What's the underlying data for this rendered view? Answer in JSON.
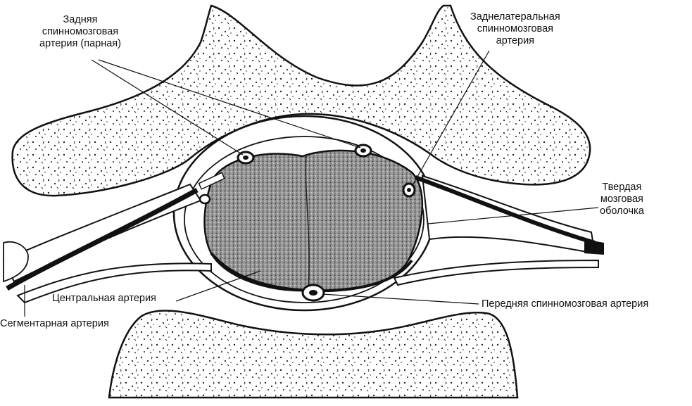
{
  "labels": {
    "posterior_spinal_artery": [
      "Задняя",
      "спинномозговая",
      "артерия (парная)"
    ],
    "posterolateral_spinal_artery": [
      "Заднелатеральная",
      "спинномозговая",
      "артерия"
    ],
    "dura_mater": [
      "Твердая",
      "мозговая",
      "оболочка"
    ],
    "central_artery": "Центральная артерия",
    "anterior_spinal_artery": "Передняя спинномозговая артерия",
    "segmental_artery": "Сегментарная артерия"
  },
  "colors": {
    "ink": "#111111",
    "paper": "#ffffff",
    "cord": "#8a8a8a"
  }
}
